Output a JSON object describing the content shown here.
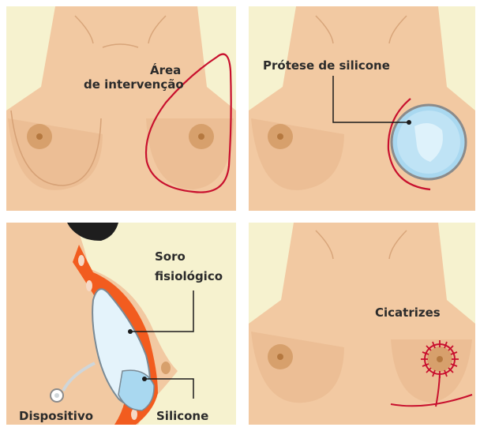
{
  "panels": [
    {
      "id": "intervention-area",
      "labels": [
        "Área",
        "de intervenção"
      ]
    },
    {
      "id": "silicone-prosthesis",
      "labels": [
        "Prótese de silicone"
      ]
    },
    {
      "id": "expander-section",
      "labels": [
        "Soro",
        "fisiológico",
        "Silicone",
        "Dispositivo"
      ]
    },
    {
      "id": "scars",
      "labels": [
        "Cicatrizes"
      ]
    }
  ],
  "colors": {
    "panel_background": "#f6f2cf",
    "skin": "#f2c9a2",
    "skin_shadow": "#e2b183",
    "areola": "#d7a06c",
    "nipple": "#b5783f",
    "outline_red": "#c8102e",
    "implant_blue": "#a9d8f0",
    "expander_orange": "#f25c1f",
    "hair": "#1e1e1e",
    "leader_line": "#1b1b1b"
  },
  "icons": [
    "breast-front-icon",
    "implant-icon",
    "expander-valve-icon",
    "scar-stitches-icon"
  ]
}
